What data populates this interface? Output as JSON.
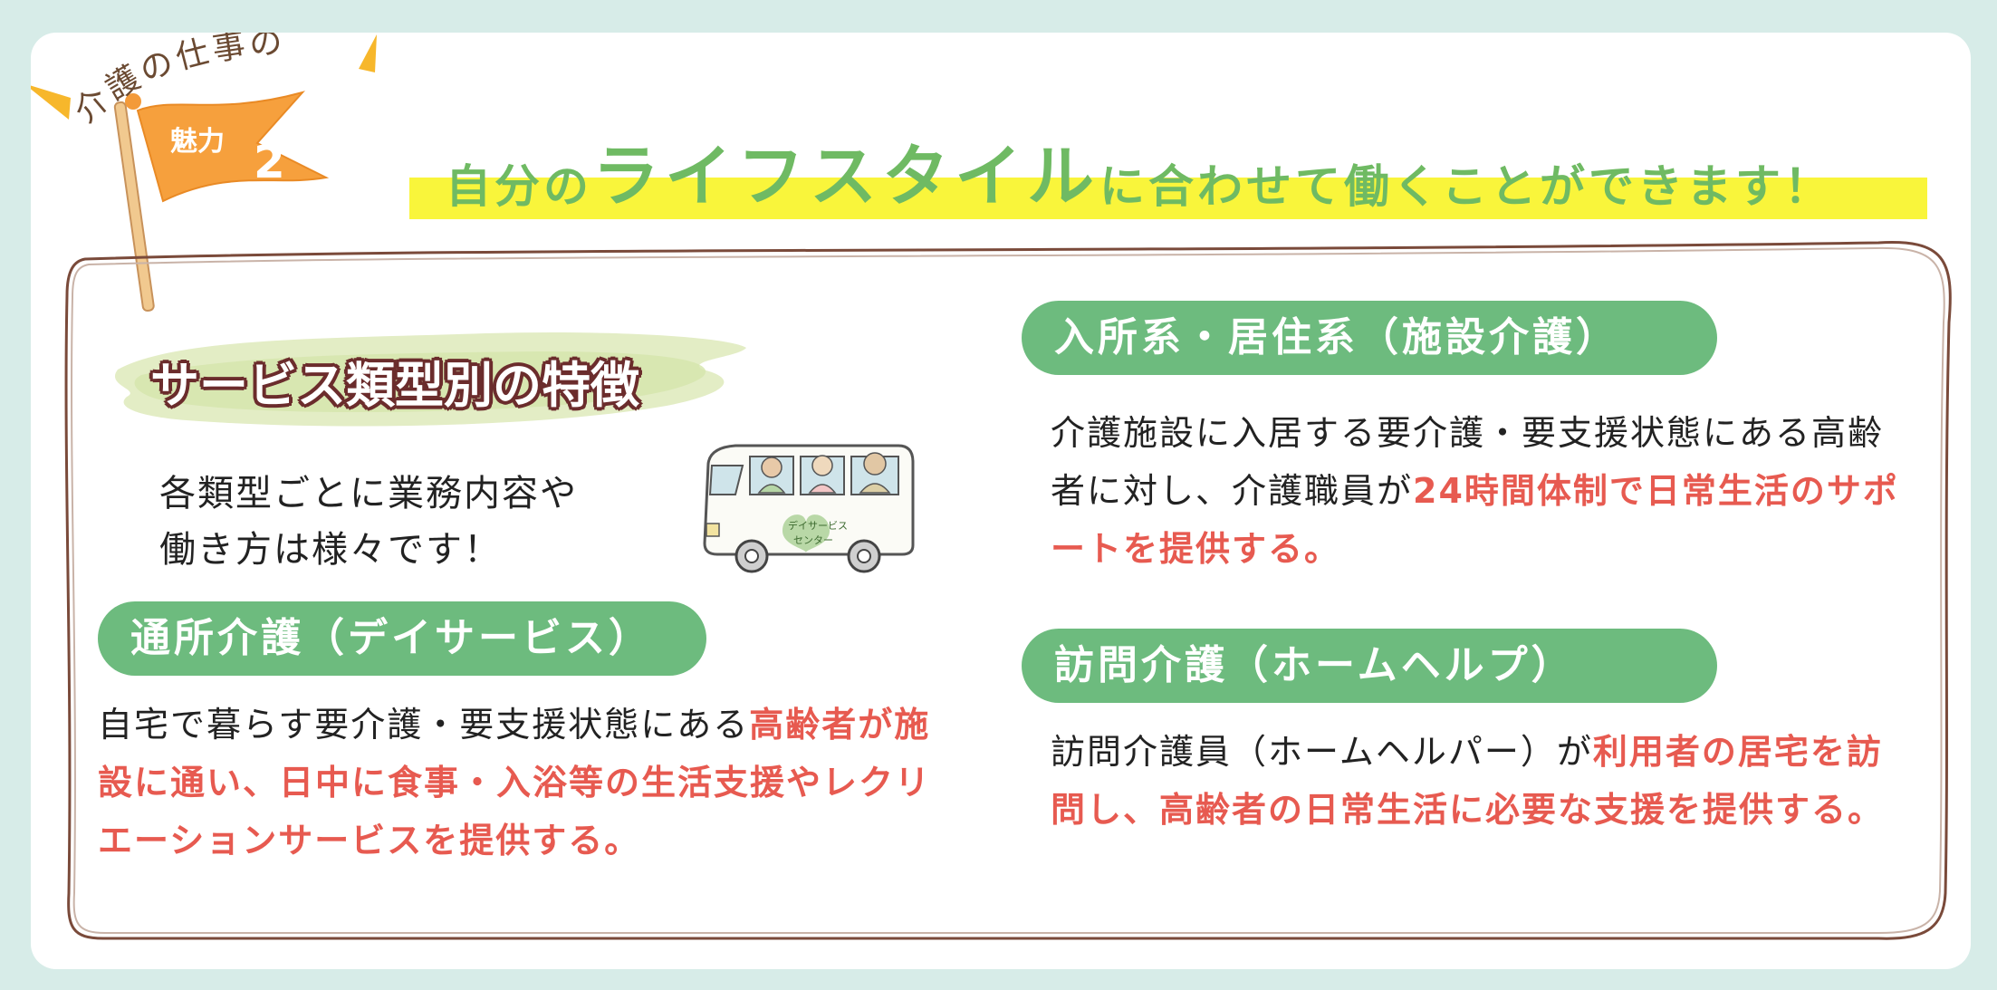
{
  "badge": {
    "arc_text": "介護の仕事の",
    "flag_label": "魅力",
    "flag_number": "2"
  },
  "heading": {
    "part1": "自分の",
    "part2": "ライフスタイル",
    "part3": "に合わせて働くことができます！"
  },
  "section_title": "サービス類型別の特徴",
  "intro": {
    "line1": "各類型ごとに業務内容や",
    "line2": "働き方は様々です！"
  },
  "bus": {
    "sign_line1": "デイサービス",
    "sign_line2": "センター"
  },
  "day_service": {
    "title": "通所介護（デイサービス）",
    "plain": "自宅で暮らす要介護・要支援状態にある",
    "highlight": "高齢者が施設に通い、日中に食事・入浴等の生活支援やレクリエーションサービスを提供する。"
  },
  "facility": {
    "title": "入所系・居住系（施設介護）",
    "plain": "介護施設に入居する要介護・要支援状態にある高齢者に対し、介護職員が",
    "highlight": "24時間体制で日常生活のサポートを提供する。"
  },
  "home_visit": {
    "title": "訪問介護（ホームヘルプ）",
    "plain": "訪問介護員（ホームヘルパー）が",
    "highlight": "利用者の居宅を訪問し、高齢者の日常生活に必要な支援を提供する。"
  },
  "colors": {
    "background": "#d7ece8",
    "card": "#ffffff",
    "accent_green": "#6dbb7e",
    "heading_green": "#6fba63",
    "highlight_yellow": "#f9f53b",
    "highlight_red": "#e75a50",
    "flag_orange": "#f6a03d",
    "frame_brown": "#7a4a3a",
    "title_maroon": "#6b2c2c"
  }
}
